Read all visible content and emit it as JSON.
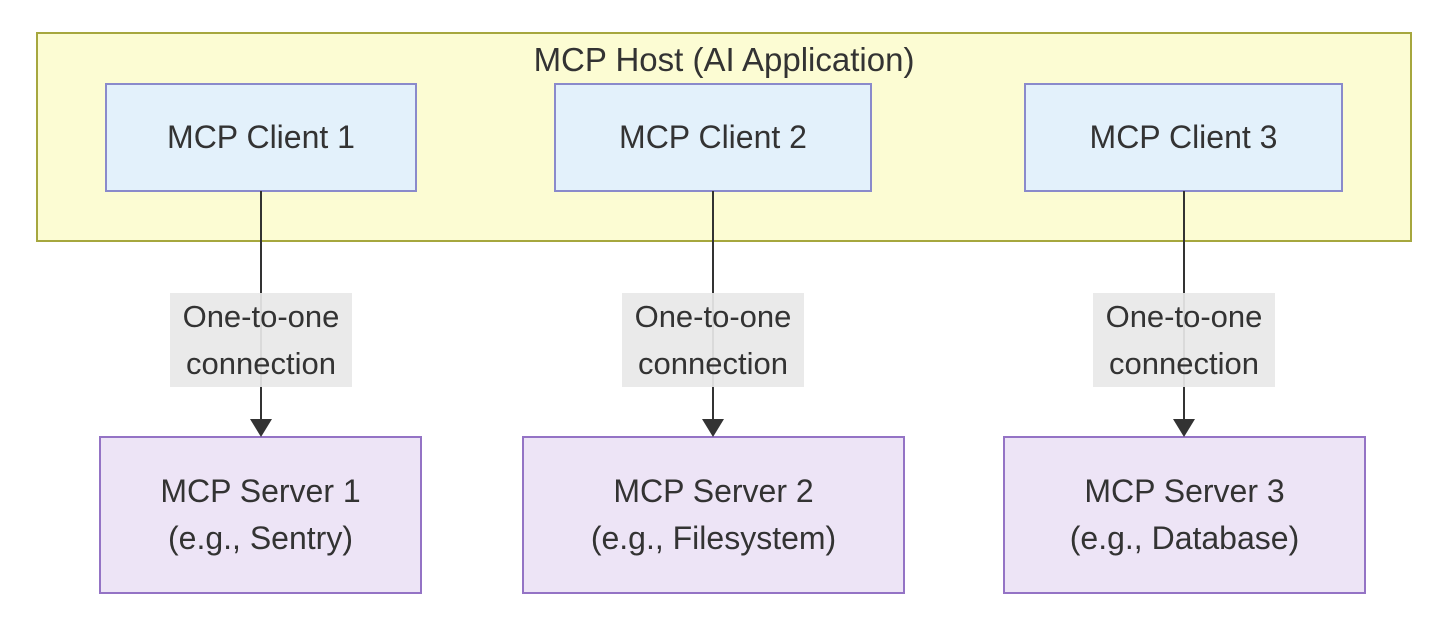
{
  "diagram_title": "MCP Host (AI Application)",
  "host": {
    "title": "MCP Host (AI Application)"
  },
  "clients": [
    {
      "label": "MCP Client 1"
    },
    {
      "label": "MCP Client 2"
    },
    {
      "label": "MCP Client 3"
    }
  ],
  "connections": [
    {
      "label_line1": "One-to-one",
      "label_line2": "connection"
    },
    {
      "label_line1": "One-to-one",
      "label_line2": "connection"
    },
    {
      "label_line1": "One-to-one",
      "label_line2": "connection"
    }
  ],
  "servers": [
    {
      "name": "MCP Server 1",
      "example": "(e.g., Sentry)"
    },
    {
      "name": "MCP Server 2",
      "example": "(e.g., Filesystem)"
    },
    {
      "name": "MCP Server 3",
      "example": "(e.g., Database)"
    }
  ],
  "colors": {
    "host_fill": "#fcfcd3",
    "host_border": "#a6a73e",
    "client_fill": "#e3f1fb",
    "client_border": "#8a8acb",
    "server_fill": "#ede4f6",
    "server_border": "#9473c5",
    "edge_label_bg": "#e8e8e8",
    "text": "#333333",
    "arrow": "#333333"
  }
}
